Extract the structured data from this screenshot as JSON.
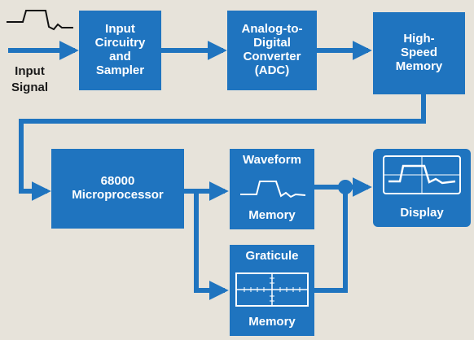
{
  "input": {
    "label_line1": "Input",
    "label_line2": "Signal"
  },
  "blocks": {
    "sampler": {
      "lines": [
        "Input",
        "Circuitry",
        "and",
        "Sampler"
      ]
    },
    "adc": {
      "lines": [
        "Analog-to-",
        "Digital",
        "Converter",
        "(ADC)"
      ]
    },
    "memory": {
      "lines": [
        "High-",
        "Speed",
        "Memory"
      ]
    },
    "cpu": {
      "lines": [
        "68000",
        "Microprocessor"
      ]
    },
    "waveform": {
      "top": "Waveform",
      "bottom": "Memory"
    },
    "graticule": {
      "top": "Graticule",
      "bottom": "Memory"
    },
    "display": {
      "label": "Display"
    }
  },
  "colors": {
    "block": "#1f74bf",
    "wire": "#1f74bf",
    "background": "#e7e3da"
  }
}
